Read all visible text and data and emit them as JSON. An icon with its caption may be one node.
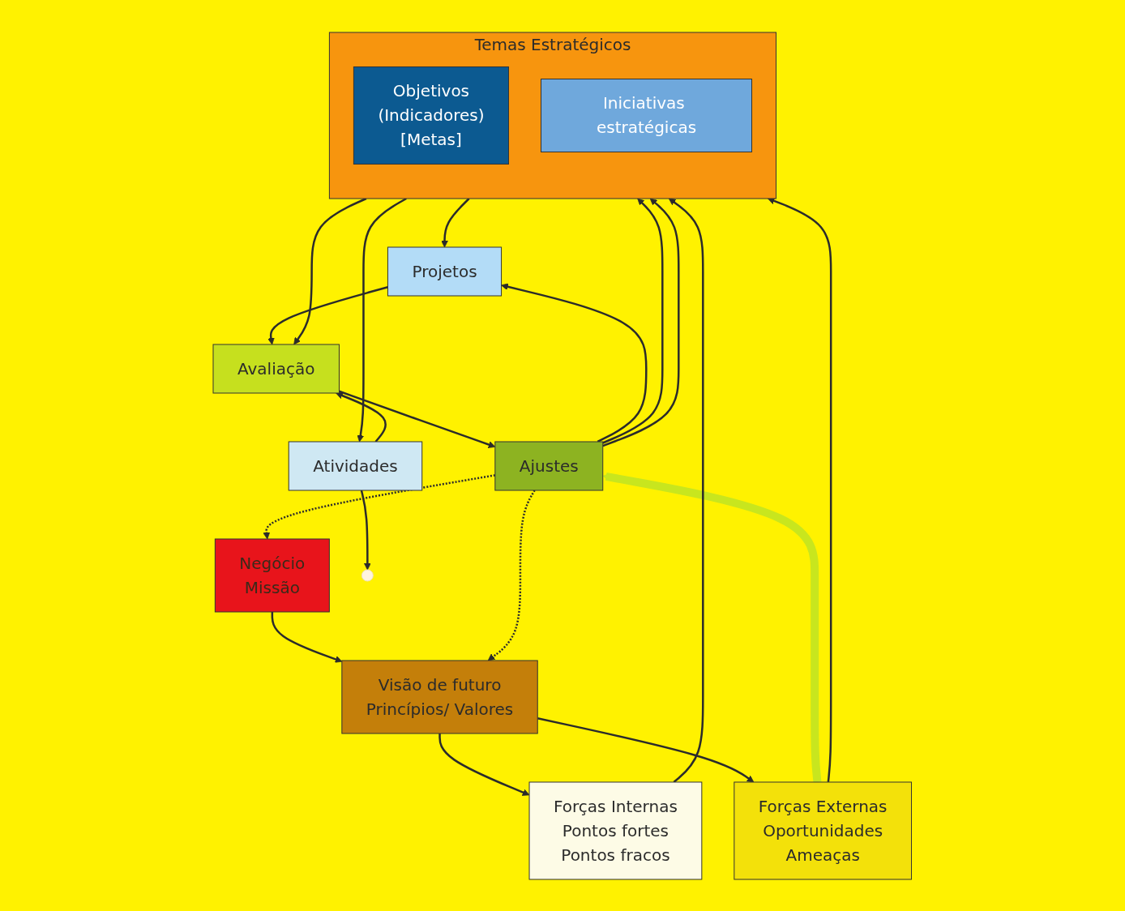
{
  "diagram": {
    "nodes": [
      {
        "text": [
          "Negócio",
          "Missão"
        ]
      },
      {
        "text": [
          "Visão de futuro",
          "Princípios/ Valores"
        ]
      },
      {
        "text": [
          "Forças Internas",
          "Pontos fortes",
          "Pontos fracos"
        ]
      },
      {
        "text": [
          "Forças Externas",
          "Oportunidades",
          "Ameaças"
        ]
      },
      {
        "text": [
          "Temas Estratégicos"
        ]
      },
      {
        "text": [
          "Objetivos",
          "(Indicadores)",
          "[Metas]"
        ],
        "in": 4
      },
      {
        "text": [
          "Iniciativas estratégicas"
        ],
        "in": 4
      },
      {
        "text": [
          "Projetos"
        ]
      },
      {
        "text": [
          "Avaliação"
        ]
      },
      {
        "text": [
          "Atividades"
        ]
      },
      {
        "text": [
          "Ajustes"
        ]
      }
    ],
    "edges": [
      {
        "from": 0,
        "to": 1,
        "arrow": "to"
      },
      {
        "from": 1,
        "to": 2,
        "arrow": "to"
      },
      {
        "from": 1,
        "to": 3,
        "arrow": "to"
      },
      {
        "from": 2,
        "to": 4,
        "arrow": "to"
      },
      {
        "from": 3,
        "to": 4,
        "arrow": "to"
      },
      {
        "from": 4,
        "to": 7,
        "arrow": "to"
      },
      {
        "from": 4,
        "to": 8,
        "arrow": "to"
      },
      {
        "from": 4,
        "to": 9,
        "arrow": "to"
      },
      {
        "from": 7,
        "to": 8,
        "arrow": "to"
      },
      {
        "from": 9,
        "to": 8,
        "arrow": "to"
      },
      {
        "from": 8,
        "to": 10,
        "arrow": "to"
      },
      {
        "from": 9,
        "to": null,
        "arrow": "to"
      },
      {
        "from": 3,
        "to": 10,
        "arrow": "to",
        "style": "thick",
        "color": "#c8e61e"
      },
      {
        "from": 10,
        "to": 0,
        "arrow": "to",
        "style": "dashed"
      },
      {
        "from": 10,
        "to": 1,
        "arrow": "to",
        "style": "dashed"
      },
      {
        "from": 10,
        "to": 4,
        "arrow": "to"
      },
      {
        "from": 10,
        "to": 4,
        "arrow": "to"
      },
      {
        "from": 10,
        "to": 7,
        "arrow": "to"
      }
    ]
  }
}
